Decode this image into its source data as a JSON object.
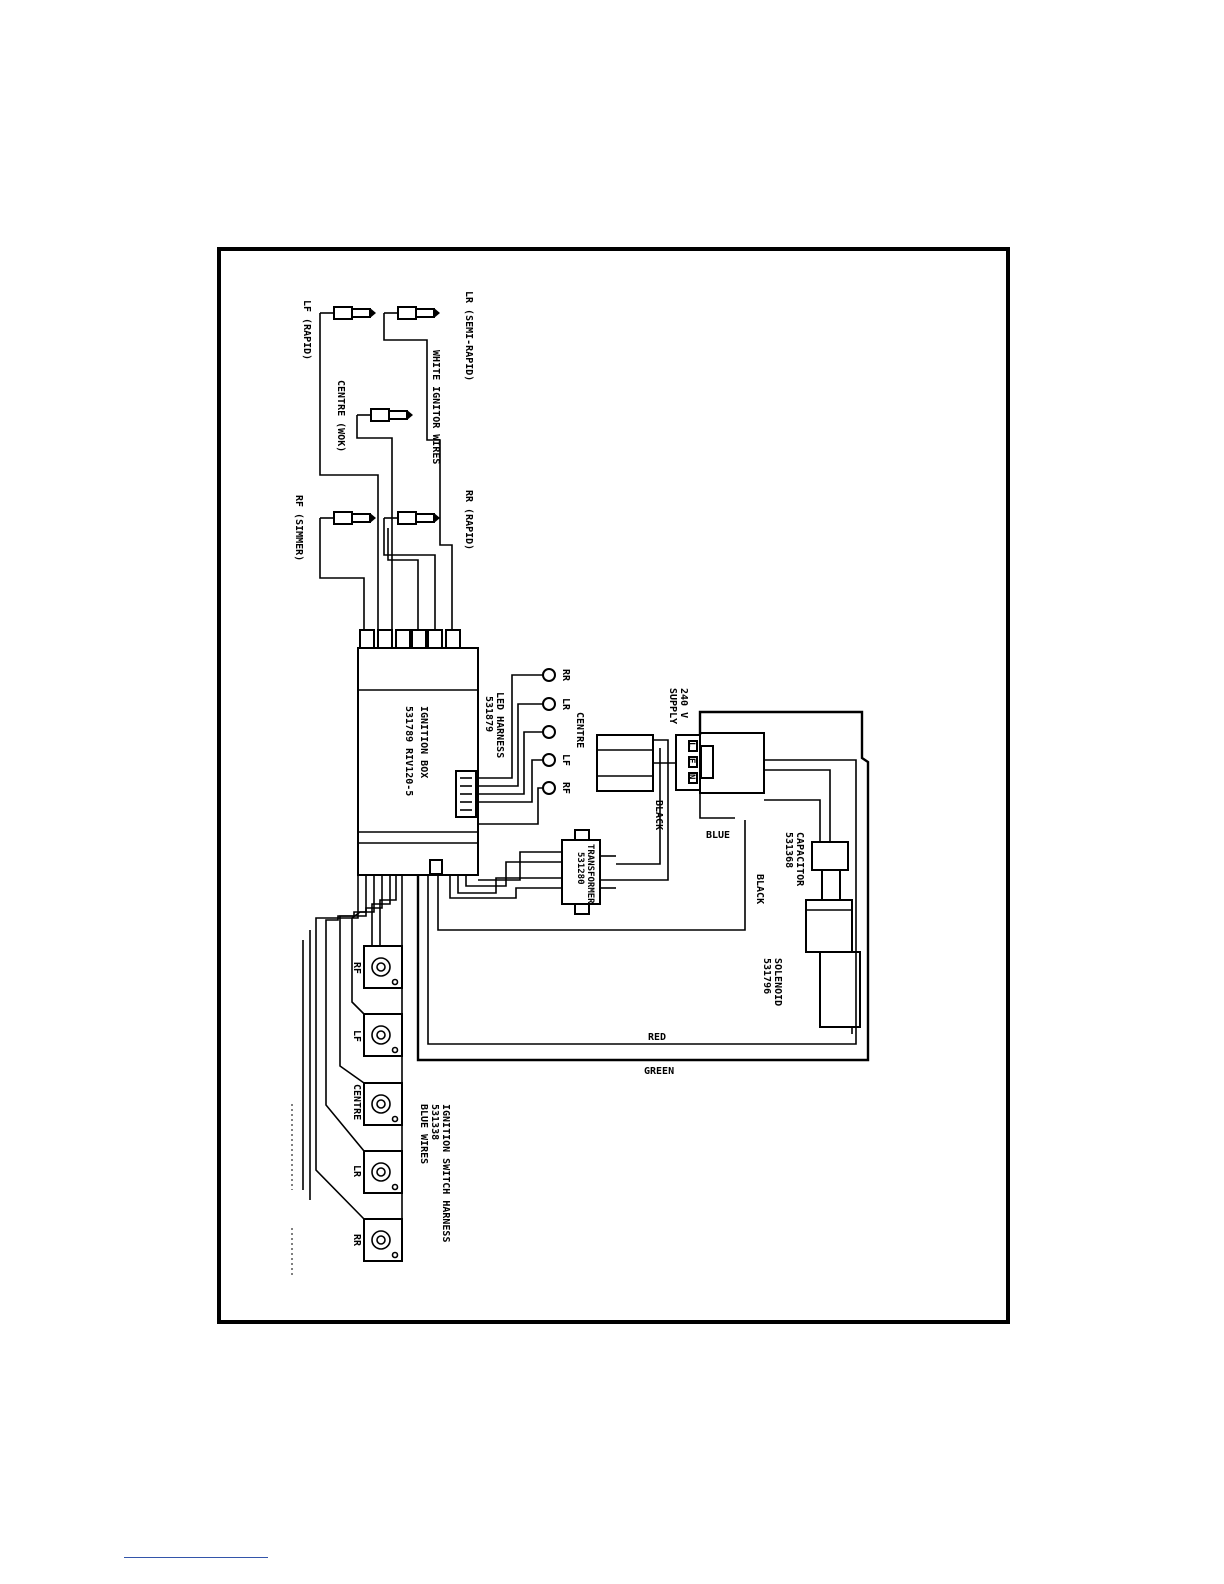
{
  "labels": {
    "lr": "LR (SEMI-RAPID)",
    "lf": "LF (RAPID)",
    "white_wires": "WHITE IGNITOR WIRES",
    "centre_wok": "CENTRE (WOK)",
    "rr": "RR (RAPID)",
    "rf": "RF (SIMMER)",
    "ignition_box_title": "IGNITION BOX",
    "ignition_box_part": "531789 RIV120-5",
    "led_harness_title": "LED HARNESS",
    "led_harness_part": "531879",
    "led_rr": "RR",
    "led_lr": "LR",
    "led_centre": "CENTRE",
    "led_lf": "LF",
    "led_rf": "RF",
    "supply_v": "240 V",
    "supply_word": "SUPPLY",
    "terminal_l": "L",
    "terminal_e": "E",
    "terminal_n": "N",
    "black_1": "BLACK",
    "blue": "BLUE",
    "capacitor_title": "CAPACITOR",
    "capacitor_part": "531368",
    "transformer_title": "TRANSFORMER",
    "transformer_part": "531280",
    "black_2": "BLACK",
    "solenoid_title": "SOLENOID",
    "solenoid_part": "531796",
    "red": "RED",
    "green": "GREEN",
    "sw_rf": "RF",
    "sw_lf": "LF",
    "sw_centre": "CENTRE",
    "sw_lr": "LR",
    "sw_rr": "RR",
    "switch_harness_title": "IGNITION SWITCH HARNESS",
    "switch_harness_part": "531338",
    "switch_harness_wires": "BLUE WIRES"
  }
}
